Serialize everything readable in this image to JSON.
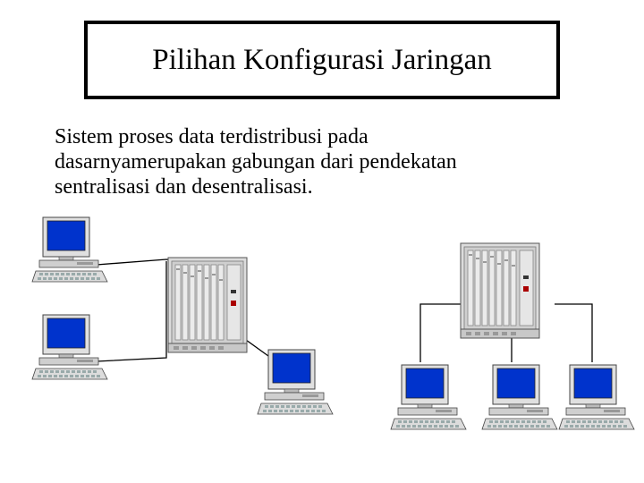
{
  "slide": {
    "title": "Pilihan Konfigurasi Jaringan",
    "body_lines": [
      "Sistem proses data terdistribusi pada",
      "dasarnyamerupakan gabungan dari pendekatan",
      "sentralisasi dan desentralisasi."
    ]
  },
  "diagram": {
    "icons": {
      "server": "server-rack-icon",
      "computer": "desktop-computer-icon"
    },
    "colors": {
      "screen": "#0033cc",
      "server_body": "#d8d8d8",
      "line": "#000000"
    }
  }
}
